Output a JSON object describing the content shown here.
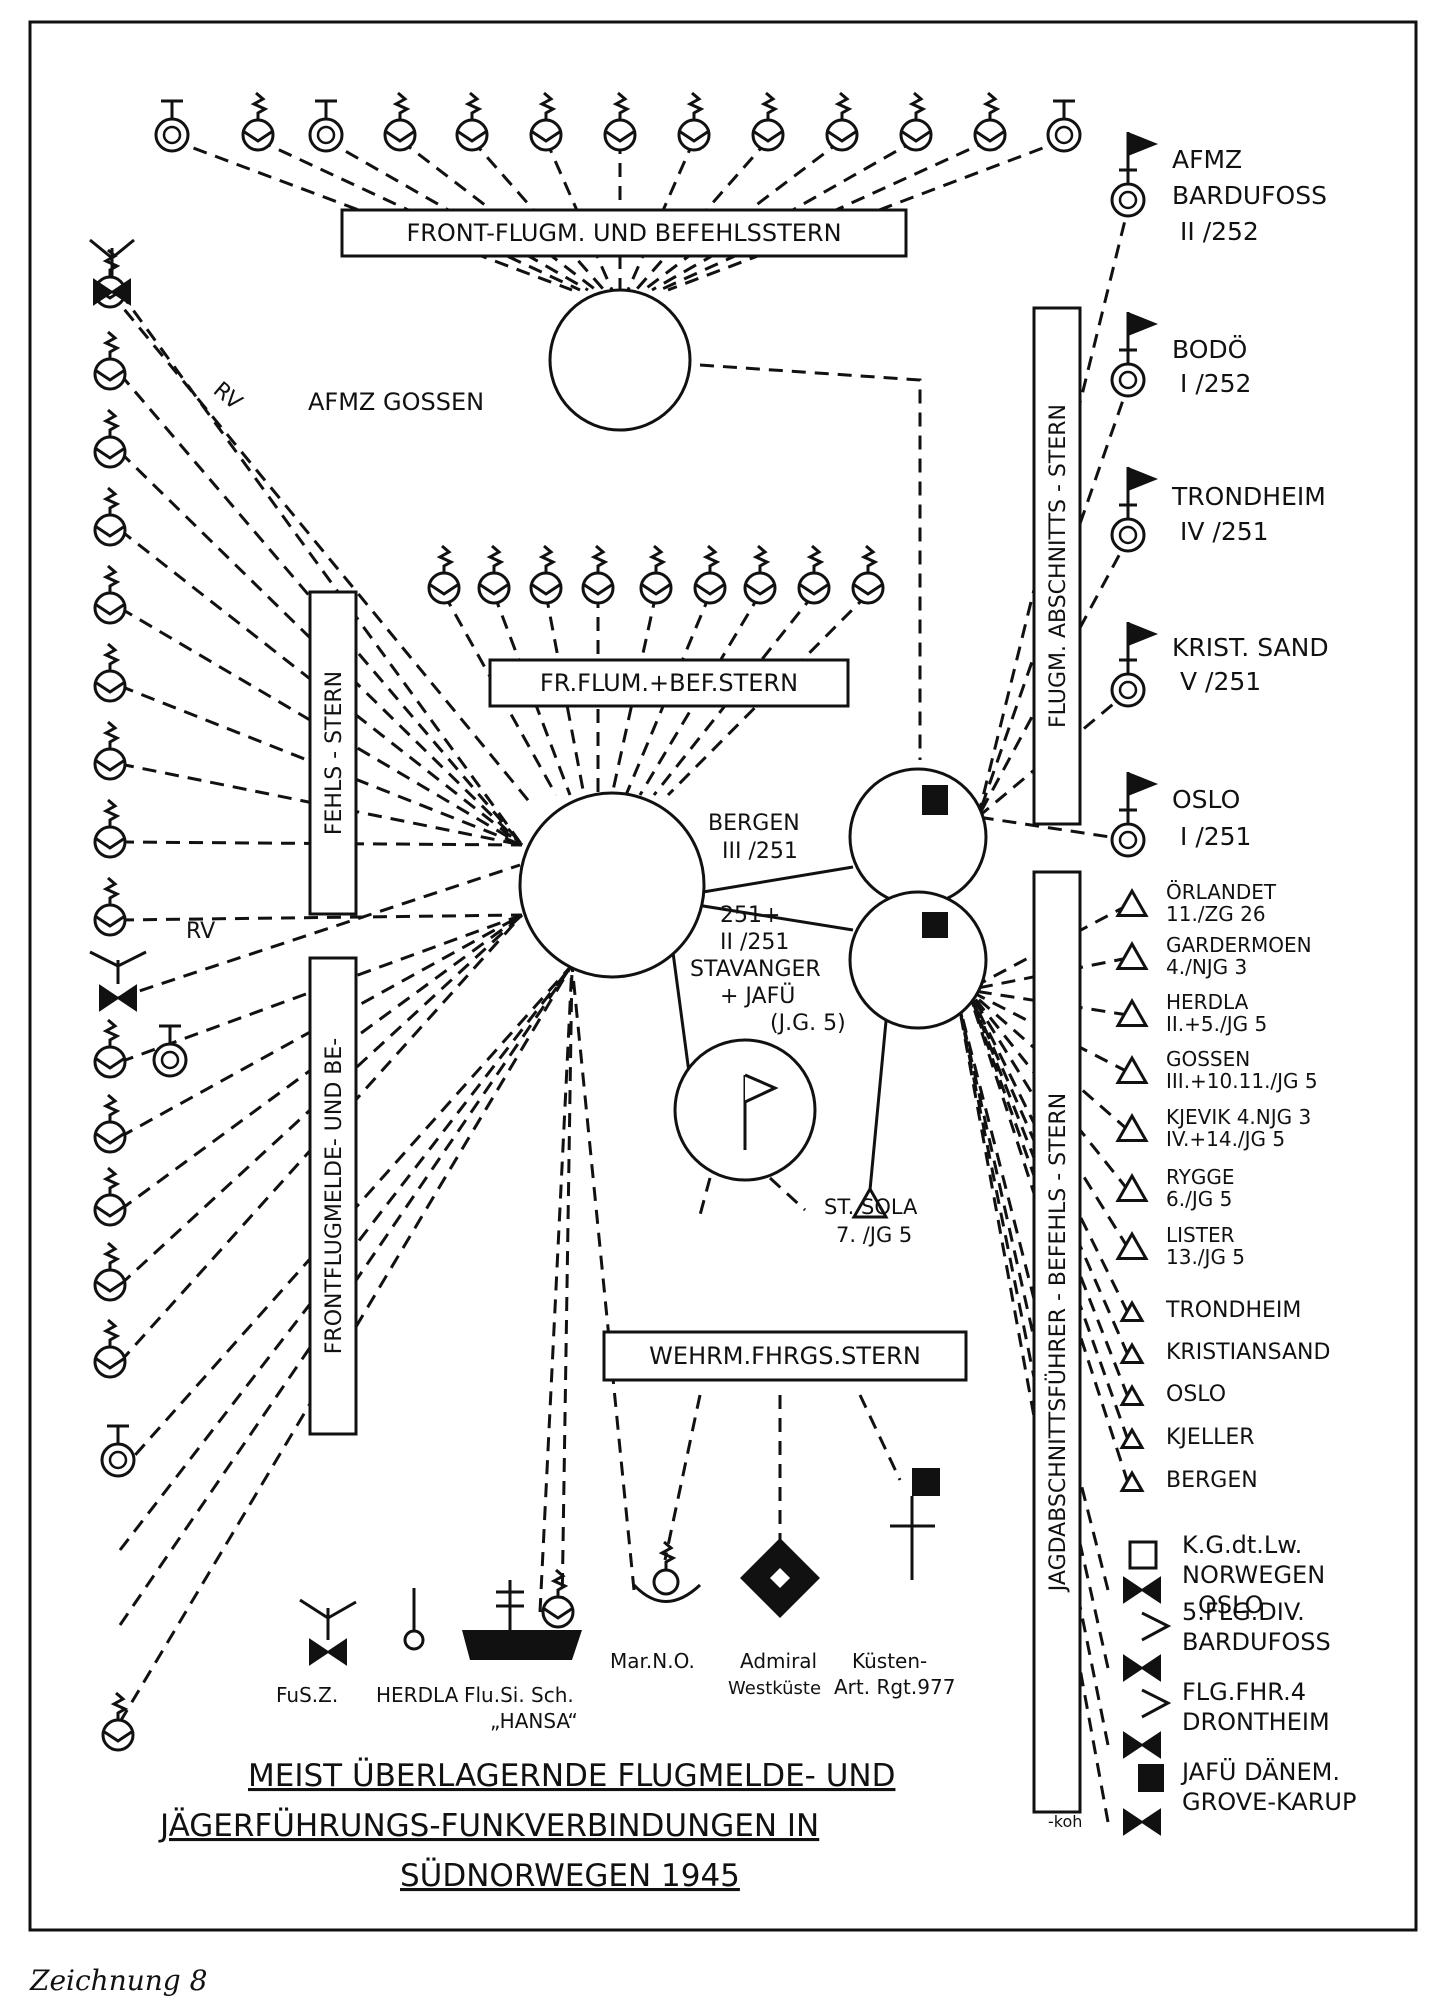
{
  "title_lines": [
    "MEIST ÜBERLAGERNDE FLUGMELDE- UND",
    "JÄGERFÜHRUNGS-FUNKVERBINDUNGEN IN",
    "SÜDNORWEGEN 1945"
  ],
  "caption": "Zeichnung 8",
  "stars": {
    "front_top": "FRONT-FLUGM. UND BEFEHLSSTERN",
    "front_mid": "FR.FLUM.+BEF.STERN",
    "fehls": "FEHLS - STERN",
    "frontflug": "FRONTFLUGMELDE- UND BE-",
    "flugm_abschnitts": "FLUGM. ABSCHNITTS - STERN",
    "jagd": "JAGDABSCHNITTSFÜHRER - BEFEHLS - STERN",
    "wehrm": "WEHRM.FHRGS.STERN"
  },
  "hubs": {
    "gossen": "AFMZ GOSSEN",
    "bergen": [
      "BERGEN",
      "III /251"
    ],
    "stavanger": [
      "251+",
      "II /251",
      "STAVANGER",
      "+ JAFÜ",
      "(J.G. 5)"
    ],
    "sola": [
      "ST. SOLA",
      "7. /JG 5"
    ]
  },
  "rv_labels": [
    "RV",
    "RV"
  ],
  "afmz_right": [
    [
      "AFMZ",
      "BARDUFOSS",
      "II /252"
    ],
    [
      "BODÖ",
      "I /252"
    ],
    [
      "TRONDHEIM",
      "IV /251"
    ],
    [
      "KRIST. SAND",
      "V /251"
    ],
    [
      "OSLO",
      "I /251"
    ]
  ],
  "jagd_list": [
    [
      "ÖRLANDET",
      "11./ZG 26"
    ],
    [
      "GARDERMOEN",
      "4./NJG 3"
    ],
    [
      "HERDLA",
      "II.+5./JG 5"
    ],
    [
      "GOSSEN",
      "III.+10.11./JG 5"
    ],
    [
      "KJEVIK 4.NJG 3",
      "IV.+14./JG 5"
    ],
    [
      "RYGGE",
      "6./JG 5"
    ],
    [
      "LISTER",
      "13./JG 5"
    ],
    [
      "TRONDHEIM"
    ],
    [
      "KRISTIANSAND"
    ],
    [
      "OSLO"
    ],
    [
      "KJELLER"
    ],
    [
      "BERGEN"
    ]
  ],
  "command_list": [
    [
      "K.G.dt.Lw.",
      "NORWEGEN",
      "OSLO"
    ],
    [
      "5.FLG.DIV.",
      "BARDUFOSS"
    ],
    [
      "FLG.FHR.4",
      "DRONTHEIM"
    ],
    [
      "JAFÜ DÄNEM.",
      "GROVE-KARUP"
    ]
  ],
  "koh_label": "-koh",
  "bottom_left": [
    "FuS.Z.",
    "HERDLA",
    "Flu.Si. Sch.",
    "„HANSA“"
  ],
  "bottom_right": [
    "Mar.N.O.",
    "Admiral",
    "Westküste",
    "Küsten-",
    "Art. Rgt.977"
  ]
}
